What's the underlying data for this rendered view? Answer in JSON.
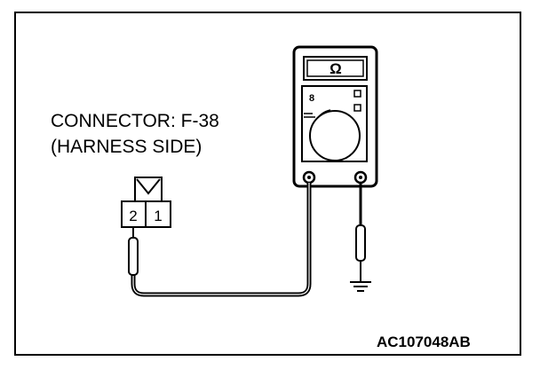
{
  "connector": {
    "title": "CONNECTOR: F-38",
    "subtitle": "(HARNESS SIDE)",
    "pin_left": "2",
    "pin_right": "1"
  },
  "meter": {
    "display_symbol": "Ω",
    "range_symbol": "8"
  },
  "figure_code": "AC107048AB",
  "colors": {
    "line": "#000000",
    "background": "#ffffff"
  },
  "icons": [
    "ohmmeter-icon",
    "ground-icon",
    "probe-icon",
    "connector-icon"
  ]
}
